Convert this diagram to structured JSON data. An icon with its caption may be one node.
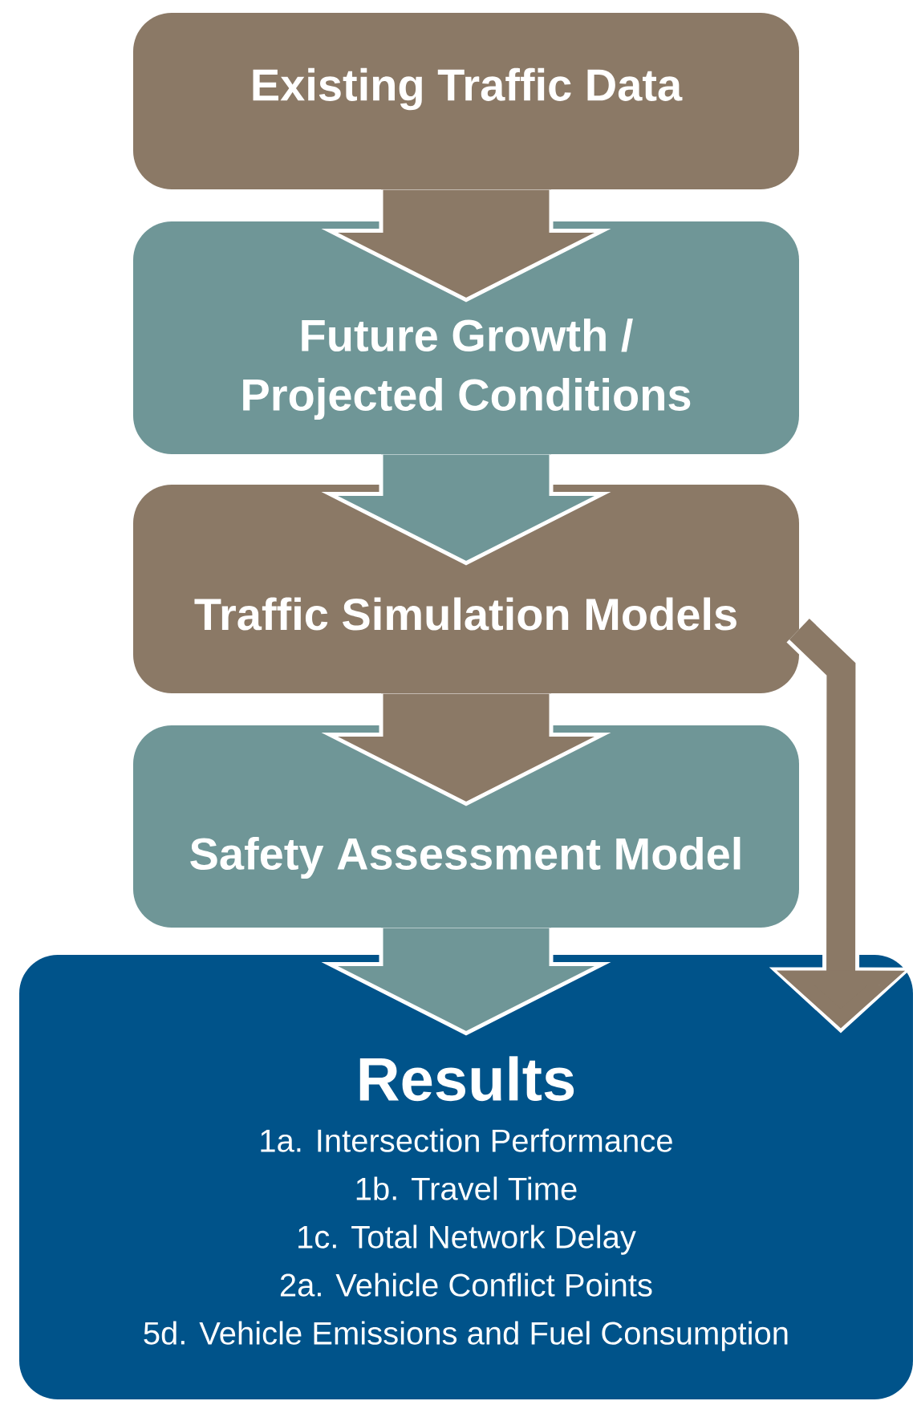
{
  "diagram": {
    "nodes": [
      {
        "text": [
          "Existing Traffic Data"
        ]
      },
      {
        "text": [
          "Future Growth / Projected Conditions"
        ]
      },
      {
        "text": [
          "Traffic Simulation Models"
        ]
      },
      {
        "text": [
          "Safety Assessment Model"
        ]
      },
      {
        "text": [
          "Results",
          "1a. Intersection Performance",
          "1b. Travel Time",
          "1c. Total Network Delay",
          "2a. Vehicle Conflict Points",
          "5d. Vehicle Emissions and Fuel Consumption"
        ]
      }
    ],
    "edges": [
      {
        "from": 0,
        "to": 1,
        "arrow": "to"
      },
      {
        "from": 1,
        "to": 2,
        "arrow": "to",
        "color": "#6f9697"
      },
      {
        "from": 2,
        "to": 3,
        "arrow": "to"
      },
      {
        "from": 3,
        "to": 4,
        "arrow": "to",
        "color": "#6f9697"
      },
      {
        "from": 2,
        "to": 4,
        "arrow": "to"
      }
    ]
  }
}
